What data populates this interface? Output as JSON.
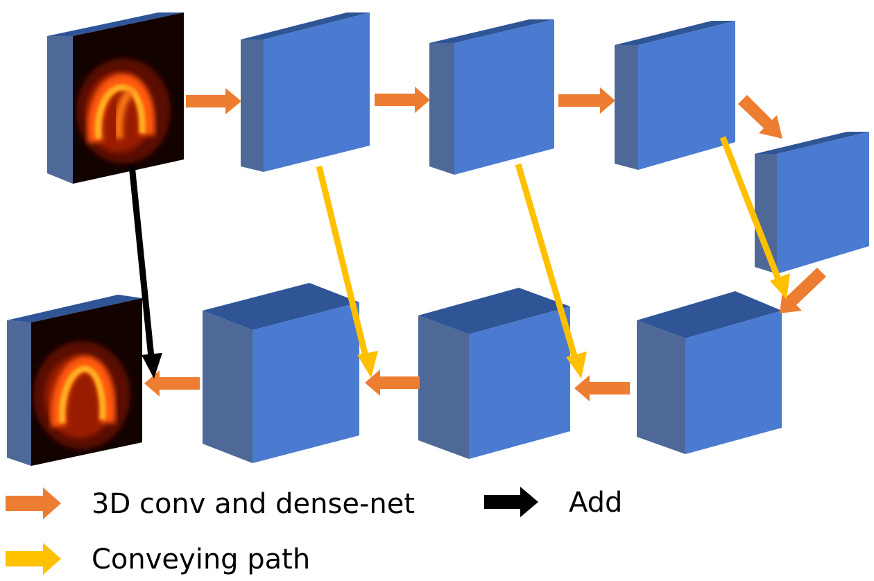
{
  "legend": {
    "conv": {
      "label": "3D conv and dense-net",
      "color": "#ED7D31"
    },
    "add": {
      "label": "Add",
      "color": "#000000"
    },
    "convey": {
      "label": "Conveying path",
      "color": "#FFC000"
    }
  },
  "colors": {
    "cube_front": "#4A7BD0",
    "cube_top": "#2F5597",
    "cube_side": "#4E6898",
    "background": "#FFFFFF"
  }
}
